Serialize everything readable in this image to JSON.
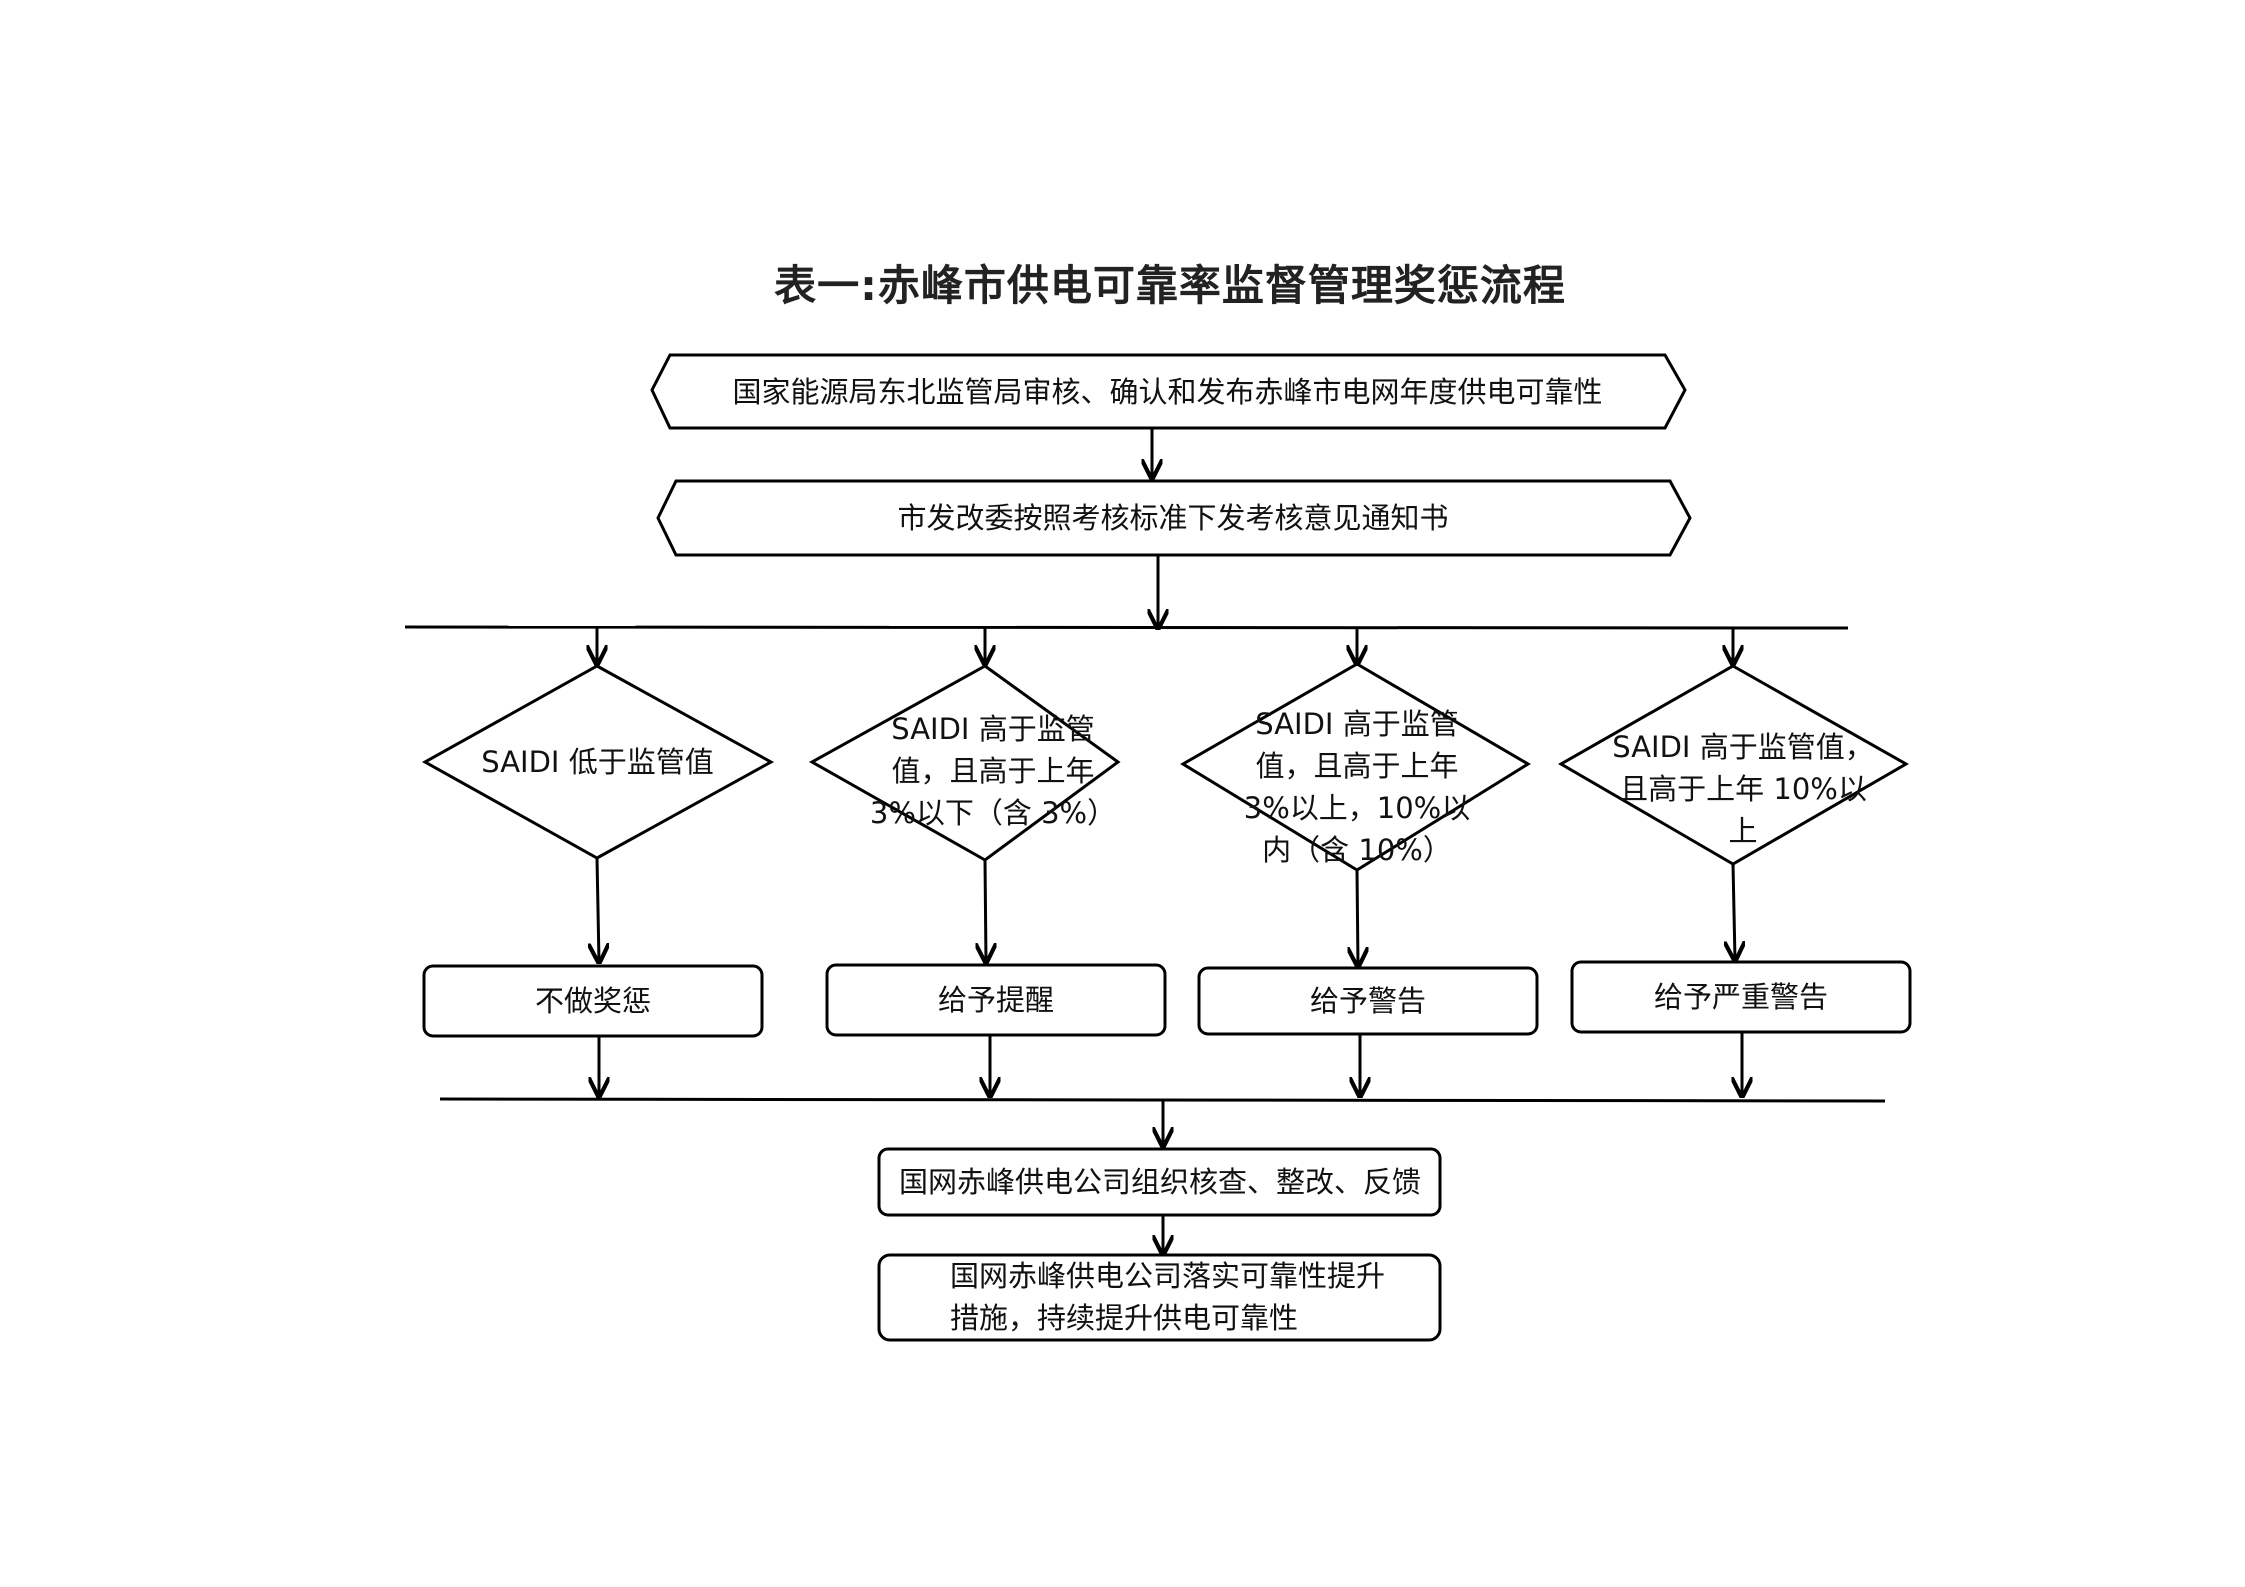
{
  "title": "表一:赤峰市供电可靠率监督管理奖惩流程",
  "steps": {
    "publish": "国家能源局东北监管局审核、确认和发布赤峰市电网年度供电可靠性",
    "notice": "市发改委按照考核标准下发考核意见通知书"
  },
  "conditions": [
    "SAIDI 低于监管值",
    "SAIDI 高于监管值，且高于上年 3%以下（含 3%）",
    "SAIDI 高于监管值，且高于上年 3%以上，10%以内（含 10%）",
    "SAIDI 高于监管值，且高于上年 10%以上"
  ],
  "results": [
    "不做奖惩",
    "给予提醒",
    "给予警告",
    "给予严重警告"
  ],
  "final": {
    "check": "国网赤峰供电公司组织核查、整改、反馈",
    "improve": "国网赤峰供电公司落实可靠性提升措施，持续提升供电可靠性"
  }
}
